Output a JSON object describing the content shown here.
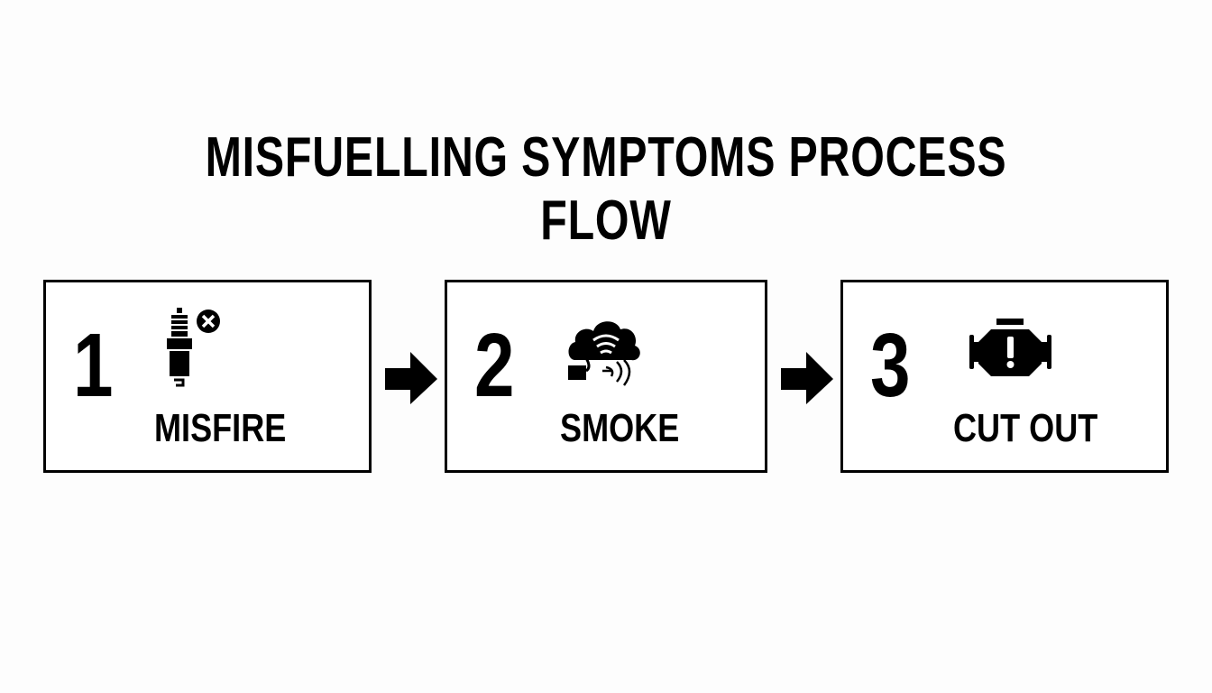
{
  "title": "MISFUELLING SYMPTOMS PROCESS FLOW",
  "colors": {
    "background": "#fdfdfd",
    "stroke": "#000000",
    "box_fill": "#ffffff"
  },
  "steps": [
    {
      "number": "1",
      "label": "MISFIRE",
      "icon": "spark-plug-error-icon"
    },
    {
      "number": "2",
      "label": "SMOKE",
      "icon": "exhaust-smoke-icon"
    },
    {
      "number": "3",
      "label": "CUT OUT",
      "icon": "check-engine-warning-icon"
    }
  ],
  "connectors": [
    {
      "from": "1",
      "to": "2",
      "icon": "arrow-right-icon"
    },
    {
      "from": "2",
      "to": "3",
      "icon": "arrow-right-icon"
    }
  ]
}
